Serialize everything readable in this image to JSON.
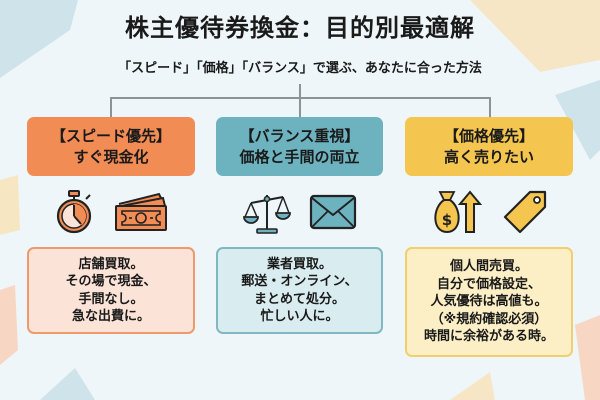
{
  "title": "株主優待券換金：目的別最適解",
  "subtitle": "「スピード」「価格」「バランス」で選ぶ、あなたに合った方法",
  "colors": {
    "speed": "#f28c55",
    "speed_light": "#fbe3d8",
    "balance": "#6db2bf",
    "balance_light": "#d9ecef",
    "price": "#f4c54f",
    "price_light": "#fcefc6",
    "background": "#eef6f9"
  },
  "columns": [
    {
      "header_line1": "【スピード優先】",
      "header_line2": "すぐ現金化",
      "icons": [
        "stopwatch-icon",
        "cash-bills-icon"
      ],
      "body": [
        "店舗買取。",
        "その場で現金、",
        "手間なし。",
        "急な出費に。"
      ]
    },
    {
      "header_line1": "【バランス重視】",
      "header_line2": "価格と手間の両立",
      "icons": [
        "balance-scale-icon",
        "envelope-icon"
      ],
      "body": [
        "業者買取。",
        "郵送・オンライン、",
        "まとめて処分。",
        "忙しい人に。"
      ]
    },
    {
      "header_line1": "【価格優先】",
      "header_line2": "高く売りたい",
      "icons": [
        "money-bag-up-arrow-icon",
        "price-tag-icon"
      ],
      "body": [
        "個人間売買。",
        "自分で価格設定、",
        "人気優待は高値も。",
        "（※規約確認必須）",
        "時間に余裕がある時。"
      ]
    }
  ]
}
